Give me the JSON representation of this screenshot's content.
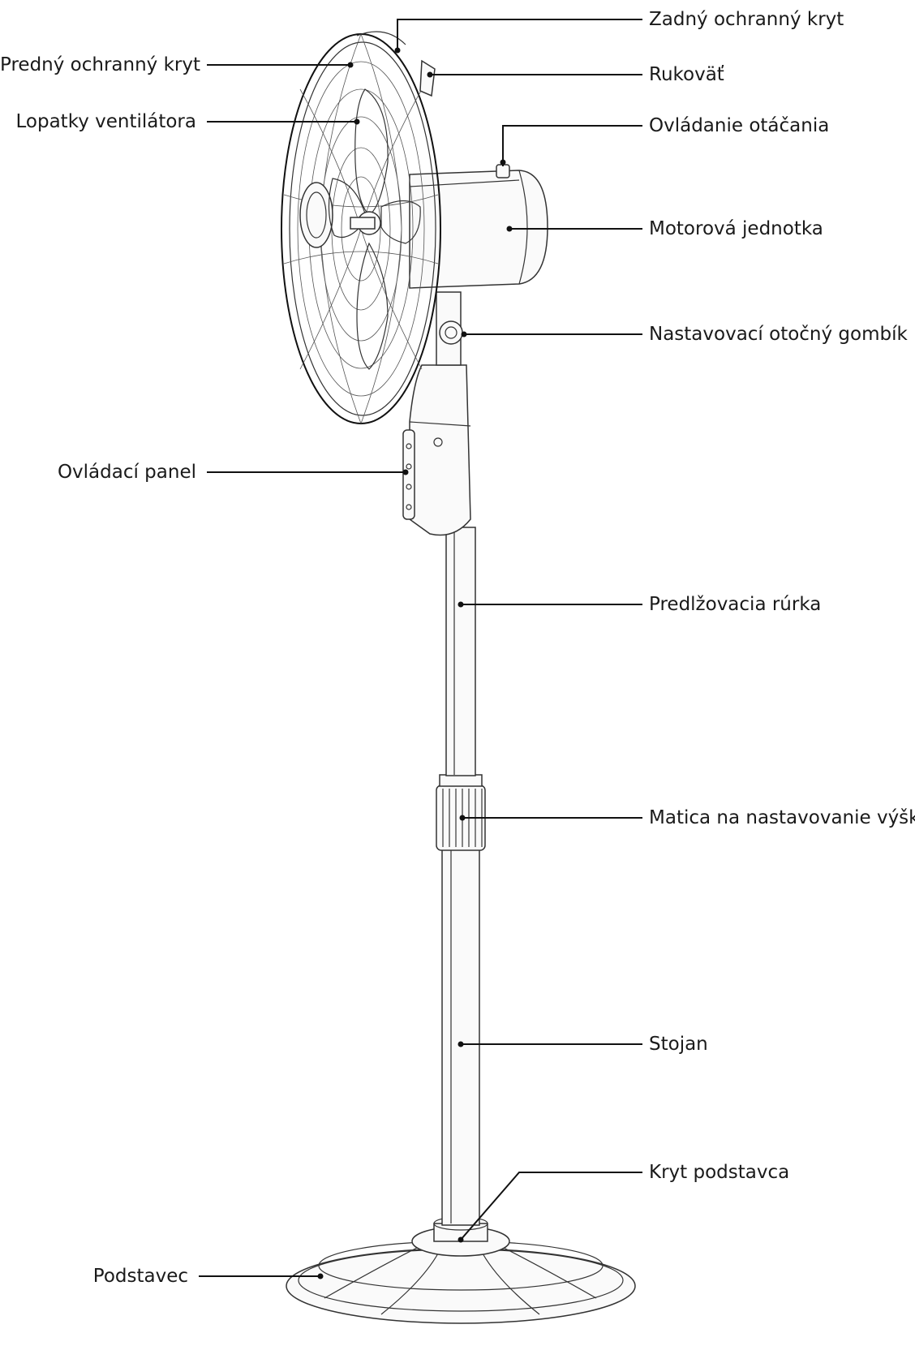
{
  "diagram": {
    "labels": {
      "zadny_kryt": "Zadný ochranný kryt",
      "predny_kryt": "Predný ochranný kryt",
      "rukovat": "Rukoväť",
      "lopatky": "Lopatky ventilátora",
      "ovladanie_otacania": "Ovládanie otáčania",
      "motorova_jednotka": "Motorová jednotka",
      "gombik": "Nastavovací otočný gombík",
      "ovladaci_panel": "Ovládací panel",
      "predlzovacia_rurka": "Predlžovacia rúrka",
      "matica": "Matica na nastavovanie výšky",
      "stojan": "Stojan",
      "kryt_podstavca": "Kryt podstavca",
      "podstavec": "Podstavec"
    }
  }
}
